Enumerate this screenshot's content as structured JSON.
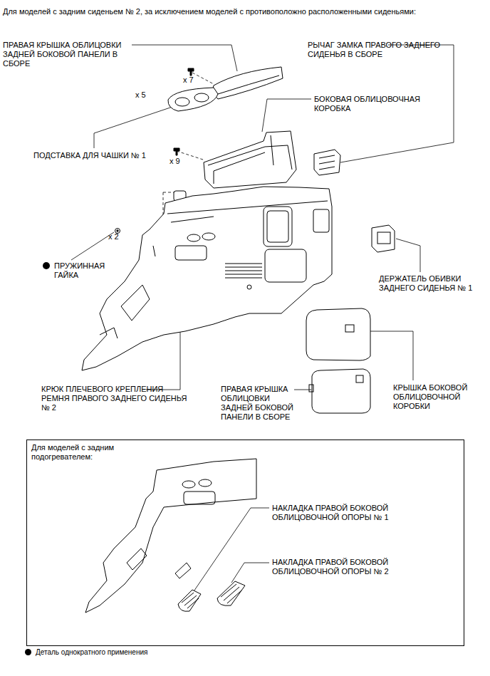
{
  "diagram": {
    "title": "Для моделей с задним сиденьем № 2, за исключением моделей с противоположно расположенными сиденьями:",
    "nodes": [
      {
        "text": [
          "Для моделей с задним подогревателем:"
        ]
      }
    ],
    "edges": [],
    "labels": [
      "ПРАВАЯ КРЫШКА ОБЛИЦОВКИ ЗАДНЕЙ БОКОВОЙ ПАНЕЛИ В СБОРЕ",
      "x 7",
      "РЫЧАГ ЗАМКА ПРАВОГО ЗАДНЕГО СИДЕНЬЯ В СБОРЕ",
      "x 5",
      "БОКОВАЯ ОБЛИЦОВОЧНАЯ КОРОБКА",
      "ПОДСТАВКА ДЛЯ ЧАШКИ № 1",
      "x 9",
      "x 2",
      "ПРУЖИННАЯ ГАЙКА",
      "ДЕРЖАТЕЛЬ ОБИВКИ ЗАДНЕГО СИДЕНЬЯ № 1",
      "КРЮК ПЛЕЧЕВОГО КРЕПЛЕНИЯ РЕМНЯ ПРАВОГО ЗАДНЕГО СИДЕНЬЯ № 2",
      "ПРАВАЯ КРЫШКА ОБЛИЦОВКИ ЗАДНЕЙ БОКОВОЙ ПАНЕЛИ В СБОРЕ",
      "КРЫШКА БОКОВОЙ ОБЛИЦОВОЧНОЙ КОРОБКИ",
      "НАКЛАДКА ПРАВОЙ БОКОВОЙ ОБЛИЦОВОЧНОЙ ОПОРЫ № 1",
      "НАКЛАДКА ПРАВОЙ БОКОВОЙ ОБЛИЦОВОЧНОЙ ОПОРЫ № 2"
    ],
    "legend": [
      {
        "text": "Деталь однократного применения",
        "color": "#000000"
      }
    ]
  }
}
